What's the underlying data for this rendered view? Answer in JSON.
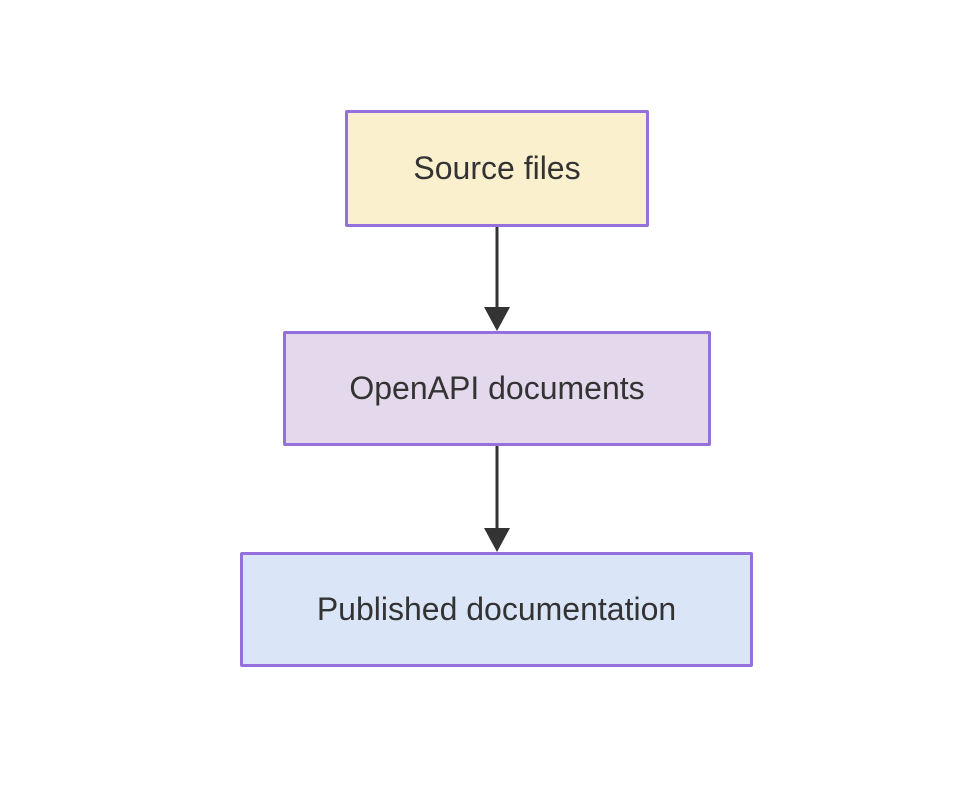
{
  "diagram": {
    "type": "flowchart-top-down",
    "background_color": "#ffffff",
    "text_color": "#333333",
    "node_border_color": "#9370db",
    "arrow_color": "#333333",
    "nodes": [
      {
        "id": "source-files",
        "label": "Source files",
        "fill": "#faf0ce"
      },
      {
        "id": "openapi-documents",
        "label": "OpenAPI documents",
        "fill": "#e4d8ec"
      },
      {
        "id": "published-documentation",
        "label": "Published documentation",
        "fill": "#dbe5f8"
      }
    ],
    "edges": [
      {
        "from": "Source files",
        "to": "OpenAPI documents",
        "style": "solid-arrow"
      },
      {
        "from": "OpenAPI documents",
        "to": "Published documentation",
        "style": "solid-arrow"
      }
    ]
  }
}
